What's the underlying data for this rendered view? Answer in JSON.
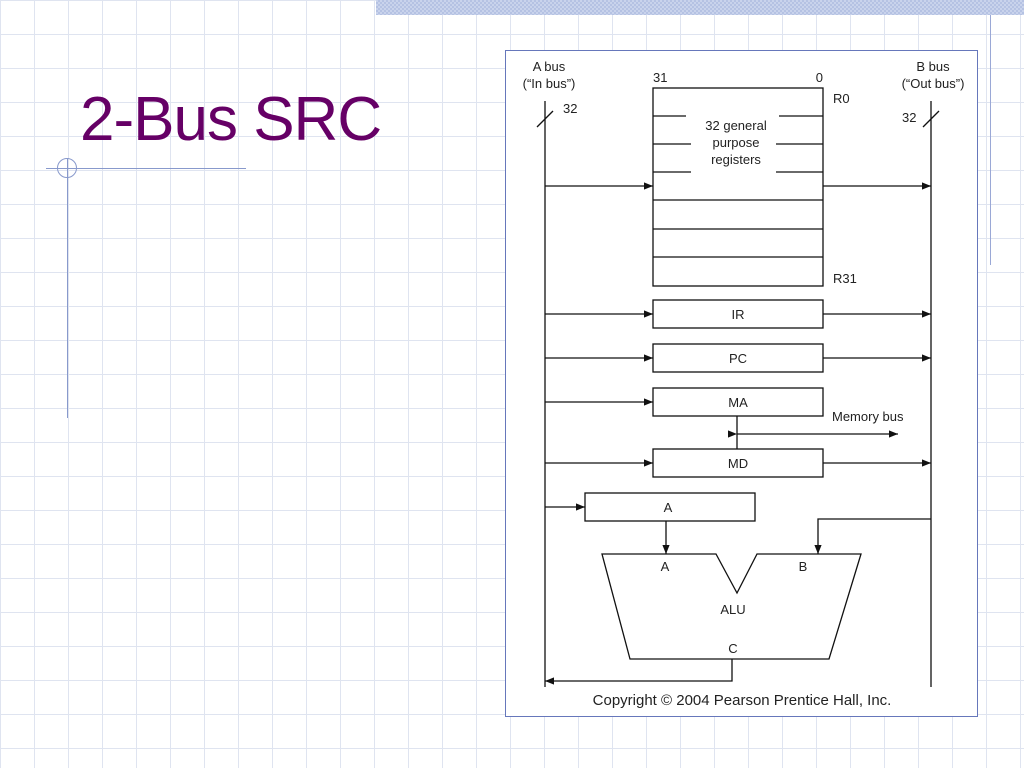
{
  "slide": {
    "title": "2-Bus SRC"
  },
  "figure": {
    "a_bus_label": "A bus",
    "a_bus_sublabel": "(“In bus”)",
    "a_bus_width": "32",
    "b_bus_label": "B bus",
    "b_bus_sublabel": "(“Out bus”)",
    "b_bus_width": "32",
    "reg_bit_high": "31",
    "reg_bit_low": "0",
    "r0_label": "R0",
    "r31_label": "R31",
    "regfile_text_1": "32 general",
    "regfile_text_2": "purpose",
    "regfile_text_3": "registers",
    "ir_label": "IR",
    "pc_label": "PC",
    "ma_label": "MA",
    "memory_bus_label": "Memory bus",
    "md_label": "MD",
    "a_reg_label": "A",
    "alu_in_a": "A",
    "alu_in_b": "B",
    "alu_label": "ALU",
    "alu_out_c": "C",
    "copyright": "Copyright © 2004 Pearson Prentice Hall, Inc."
  }
}
